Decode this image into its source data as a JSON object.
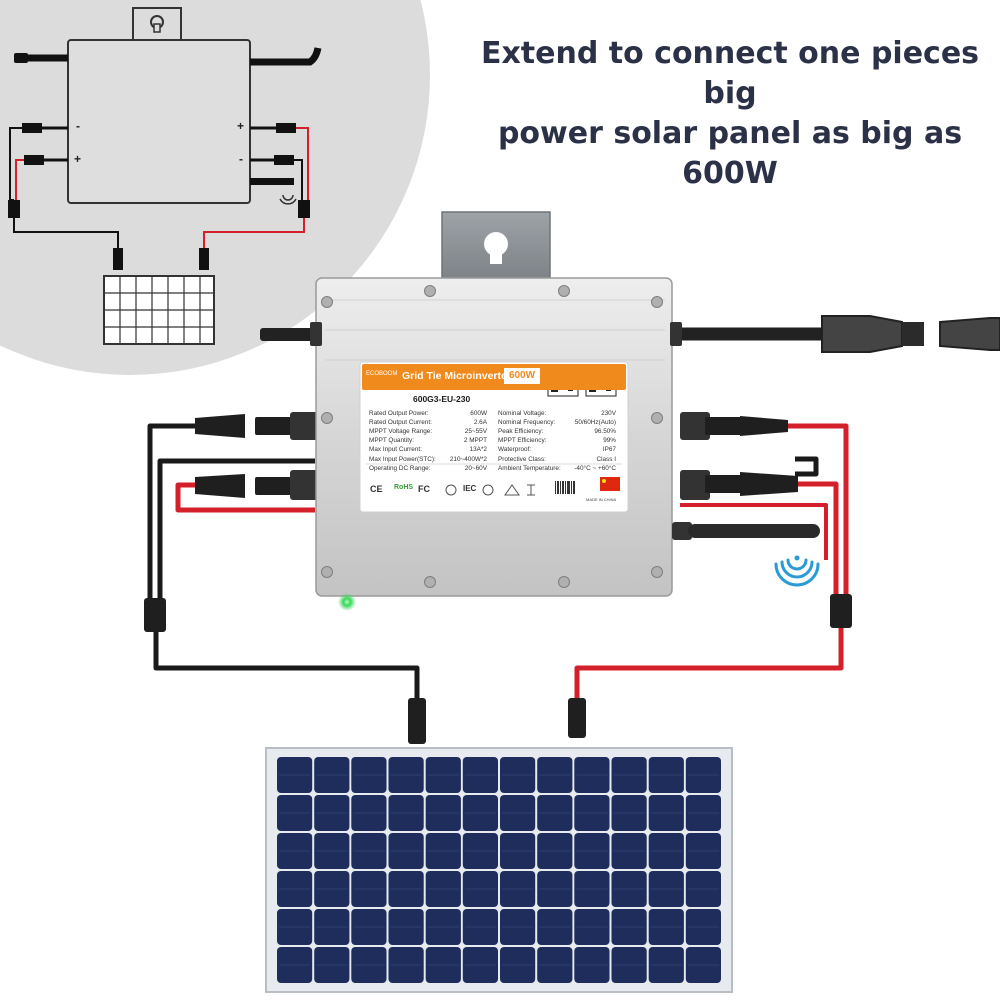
{
  "headline": {
    "line1": "Extend to connect one pieces big",
    "line2": "power solar panel as big as 600W"
  },
  "label": {
    "brand": "ECOBOOM",
    "title": "Grid Tie Microinverter",
    "power_badge": "600W",
    "model": "600G3-EU-230",
    "left_specs": [
      {
        "name": "Rated Output Power:",
        "value": "600W"
      },
      {
        "name": "Rated Output Current:",
        "value": "2.6A"
      },
      {
        "name": "MPPT Voltage Range:",
        "value": "25~55V"
      },
      {
        "name": "MPPT Quantity:",
        "value": "2 MPPT"
      },
      {
        "name": "Max Input Current:",
        "value": "13A*2"
      },
      {
        "name": "Max Input Power(STC):",
        "value": "210~400W*2"
      },
      {
        "name": "Operating DC Range:",
        "value": "20~60V"
      }
    ],
    "right_specs": [
      {
        "name": "Nominal Voltage:",
        "value": "230V"
      },
      {
        "name": "Nominal Frequency:",
        "value": "50/60Hz(Auto)"
      },
      {
        "name": "Peak Efficiency:",
        "value": "96.50%"
      },
      {
        "name": "MPPT Efficiency:",
        "value": "99%"
      },
      {
        "name": "Waterproof:",
        "value": "IP67"
      },
      {
        "name": "Protective Class:",
        "value": "Class I"
      },
      {
        "name": "Ambient Temperature:",
        "value": "-40°C ~ +60°C"
      }
    ],
    "certs": [
      "CE",
      "RoHS",
      "FC",
      "IEC"
    ],
    "made_in": "MADE IN CHINA"
  },
  "inset": {
    "polarity": {
      "top_left": "-",
      "bottom_left": "+",
      "top_right": "+",
      "bottom_right": "-"
    }
  },
  "colors": {
    "title_text": "#2b3147",
    "label_orange": "#f08a1c",
    "positive_wire": "#d4202a",
    "negative_wire": "#1a1a1a",
    "wifi_signal": "#2a9bd6",
    "panel_cell": "#1e2d5c",
    "status_led": "#39d65a"
  }
}
